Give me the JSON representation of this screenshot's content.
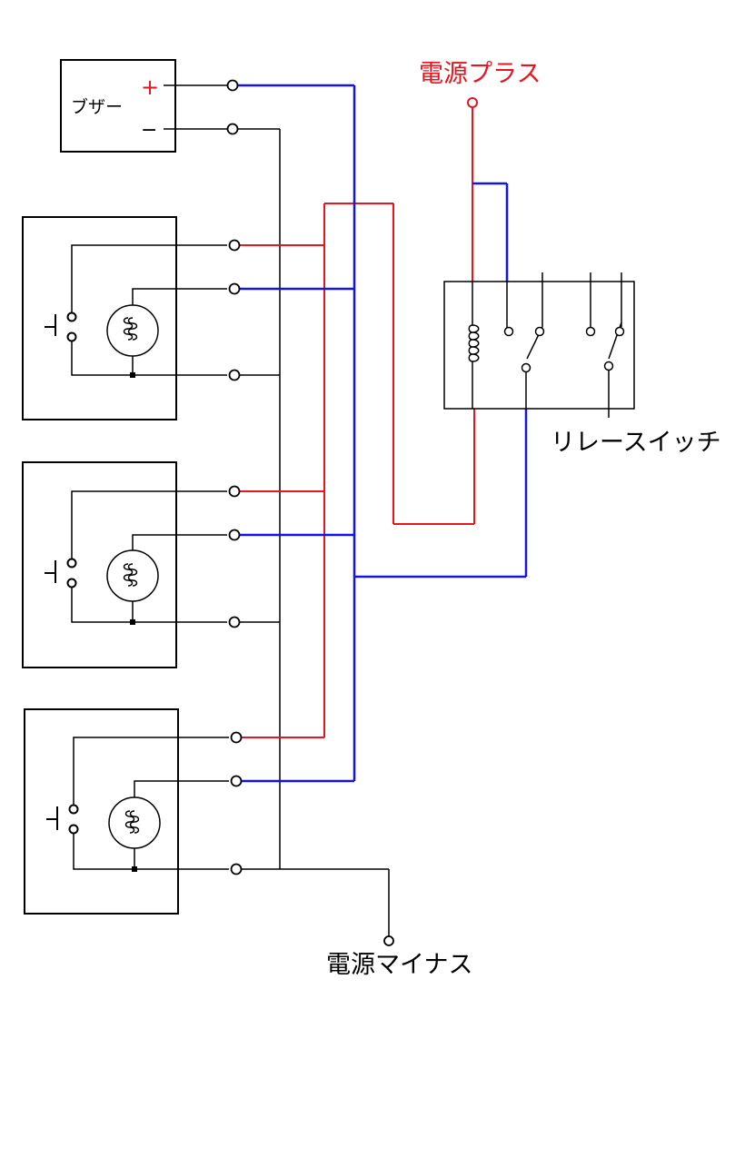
{
  "labels": {
    "buzzer": "ブザー",
    "buzzer_plus": "+",
    "buzzer_minus": "−",
    "power_plus": "電源プラス",
    "power_minus": "電源マイナス",
    "relay": "リレースイッチ"
  },
  "colors": {
    "background": "#ffffff",
    "wire_black": "#000000",
    "wire_red": "#e8141e",
    "wire_blue": "#1414e6",
    "label_red": "#e8141e"
  },
  "units": [
    "unit-1",
    "unit-2",
    "unit-3"
  ]
}
